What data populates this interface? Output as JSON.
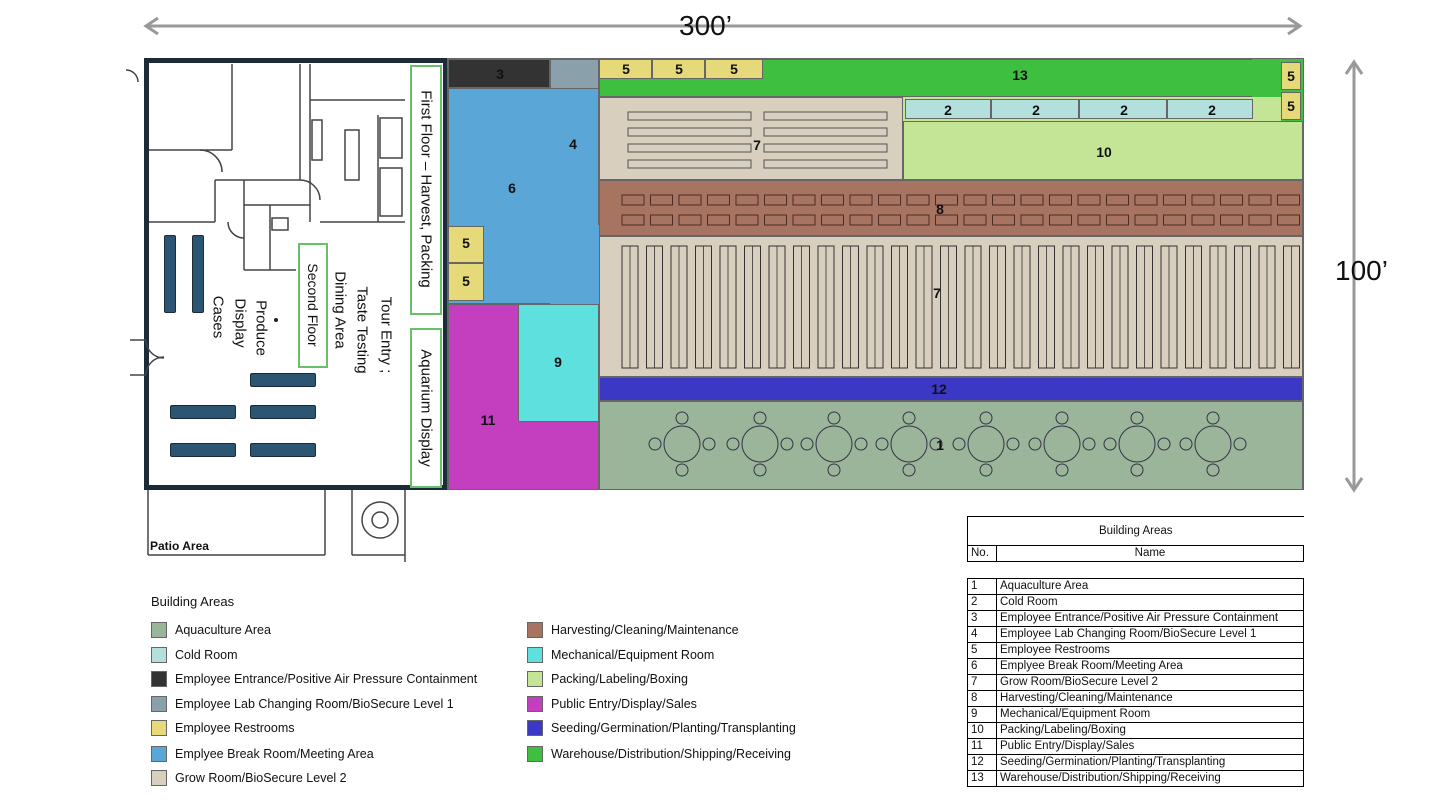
{
  "dimensions": {
    "width": "300’",
    "height": "100’"
  },
  "plan": {
    "first_floor_label": "First Floor – Harvest, Packing",
    "aquarium_label": "Aquarium Display",
    "tour_entry_label": "Tour Entry ;",
    "taste_testing_label": "Taste Testing",
    "dining_area_label": "Dining Area",
    "second_floor_label": "Second Floor",
    "produce_label": "Produce",
    "display_label": "Display",
    "cases_label": "Cases",
    "patio_label": "Patio Area"
  },
  "zones": [
    {
      "num": "1",
      "name": "Aquaculture Area",
      "color": "#9bb59b"
    },
    {
      "num": "2",
      "name": "Cold Room",
      "color": "#b3e0dc"
    },
    {
      "num": "3",
      "name": "Employee Entrance/Positive Air Pressure Containment",
      "color": "#333333"
    },
    {
      "num": "4",
      "name": "Employee Lab Changing Room/BioSecure Level 1",
      "color": "#8aa0ab"
    },
    {
      "num": "5",
      "name": "Employee Restrooms",
      "color": "#e6d97a"
    },
    {
      "num": "6",
      "name": "Emplyee Break Room/Meeting Area",
      "color": "#5aa6d6"
    },
    {
      "num": "7",
      "name": "Grow Room/BioSecure Level 2",
      "color": "#d8cfbe"
    },
    {
      "num": "8",
      "name": "Harvesting/Cleaning/Maintenance",
      "color": "#a87462"
    },
    {
      "num": "9",
      "name": "Mechanical/Equipment Room",
      "color": "#5ee0df"
    },
    {
      "num": "10",
      "name": "Packing/Labeling/Boxing",
      "color": "#c4e596"
    },
    {
      "num": "11",
      "name": "Public Entry/Display/Sales",
      "color": "#c43fbf"
    },
    {
      "num": "12",
      "name": "Seeding/Germination/Planting/Transplanting",
      "color": "#3a38c4"
    },
    {
      "num": "13",
      "name": "Warehouse/Distribution/Shipping/Receiving",
      "color": "#3fbf3f"
    }
  ],
  "legend": {
    "title": "Building Areas",
    "left": [
      "Aquaculture Area",
      "Cold Room",
      "Employee Entrance/Positive Air Pressure Containment",
      "Employee Lab Changing Room/BioSecure Level 1",
      "Employee Restrooms",
      "Emplyee Break Room/Meeting Area",
      "Grow Room/BioSecure Level 2"
    ],
    "right": [
      "Harvesting/Cleaning/Maintenance",
      "Mechanical/Equipment Room",
      "Packing/Labeling/Boxing",
      "Public Entry/Display/Sales",
      "Seeding/Germination/Planting/Transplanting",
      "Warehouse/Distribution/Shipping/Receiving"
    ]
  },
  "table": {
    "title": "Building Areas",
    "col_no": "No.",
    "col_name": "Name",
    "rows": [
      [
        "1",
        "Aquaculture Area"
      ],
      [
        "2",
        "Cold Room"
      ],
      [
        "3",
        "Employee Entrance/Positive Air Pressure Containment"
      ],
      [
        "4",
        "Employee Lab Changing Room/BioSecure Level 1"
      ],
      [
        "5",
        "Employee Restrooms"
      ],
      [
        "6",
        "Emplyee Break Room/Meeting Area"
      ],
      [
        "7",
        "Grow Room/BioSecure Level 2"
      ],
      [
        "8",
        "Harvesting/Cleaning/Maintenance"
      ],
      [
        "9",
        "Mechanical/Equipment Room"
      ],
      [
        "10",
        "Packing/Labeling/Boxing"
      ],
      [
        "11",
        "Public Entry/Display/Sales"
      ],
      [
        "12",
        "Seeding/Germination/Planting/Transplanting"
      ],
      [
        "13",
        "Warehouse/Distribution/Shipping/Receiving"
      ]
    ]
  }
}
